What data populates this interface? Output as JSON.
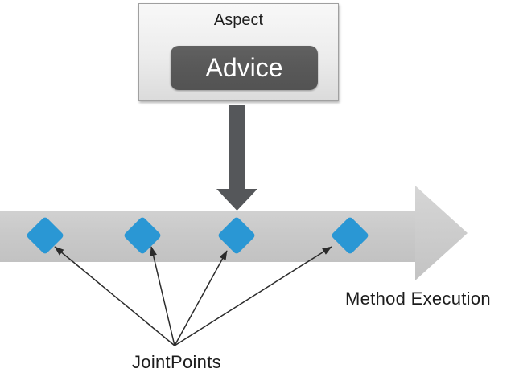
{
  "diagram": {
    "aspect_label": "Aspect",
    "advice_label": "Advice",
    "method_execution_label": "Method Execution",
    "jointpoints_label": "JointPoints",
    "jointpoint_count": 4,
    "colors": {
      "diamond_blue": "#2a97d4",
      "band_gray": "#c9c9c9",
      "advice_gray": "#595959",
      "down_arrow_gray": "#55575a",
      "connector_dark": "#2b2b2b",
      "box_border": "#a0a0a0",
      "text_dark": "#1c1c1c"
    }
  }
}
